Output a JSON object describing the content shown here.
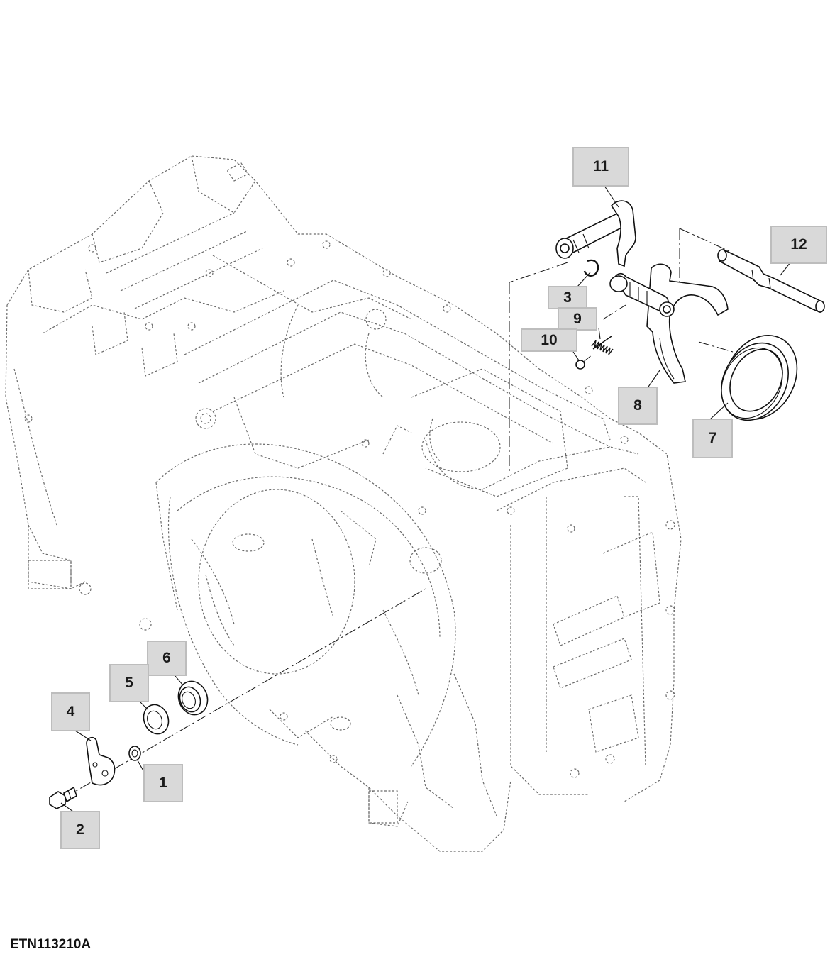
{
  "figure_id": "ETN113210A",
  "callouts": [
    {
      "id": "c1",
      "label": "1"
    },
    {
      "id": "c2",
      "label": "2"
    },
    {
      "id": "c3",
      "label": "3"
    },
    {
      "id": "c4",
      "label": "4"
    },
    {
      "id": "c5",
      "label": "5"
    },
    {
      "id": "c6",
      "label": "6"
    },
    {
      "id": "c7",
      "label": "7"
    },
    {
      "id": "c8",
      "label": "8"
    },
    {
      "id": "c9",
      "label": "9"
    },
    {
      "id": "c10",
      "label": "10"
    },
    {
      "id": "c11",
      "label": "11"
    },
    {
      "id": "c12",
      "label": "12"
    }
  ]
}
